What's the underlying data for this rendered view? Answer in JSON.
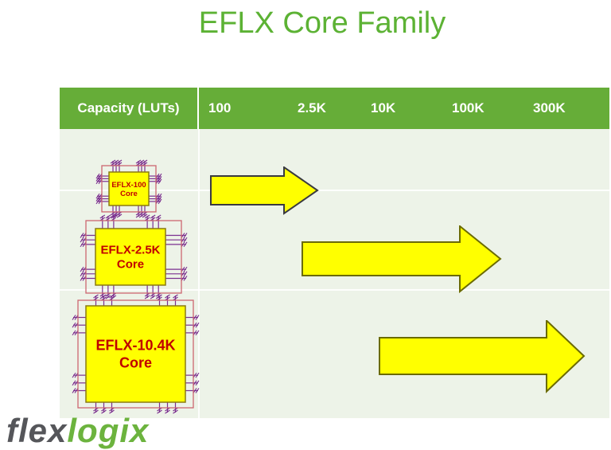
{
  "slide": {
    "title": "EFLX Core Family"
  },
  "table": {
    "corner_header": "Capacity (LUTs)",
    "capacity_columns": [
      "100",
      "2.5K",
      "10K",
      "100K",
      "300K"
    ]
  },
  "cores": [
    {
      "label_line1": "EFLX-100",
      "label_line2": "Core"
    },
    {
      "label_line1": "EFLX-2.5K",
      "label_line2": "Core"
    },
    {
      "label_line1": "EFLX-10.4K",
      "label_line2": "Core"
    }
  ],
  "logo": {
    "flex": "flex",
    "logix": "logix"
  },
  "colors": {
    "title_green": "#5CB234",
    "header_green": "#66AD38",
    "body_bg": "#EDF3E8",
    "chip_yellow": "#FFFF00",
    "chip_core_border": "#8A7A10",
    "chip_text_red": "#C00000",
    "pin_purple": "#7B2F8F",
    "chip_outline_pink": "#CC6670",
    "arrow_yellow": "#FFFF00",
    "arrow_outline_dark": "#3A3A40",
    "arrow_outline_olive": "#6B6B00",
    "logo_gray": "#55565A",
    "logo_green": "#6CB33E"
  }
}
